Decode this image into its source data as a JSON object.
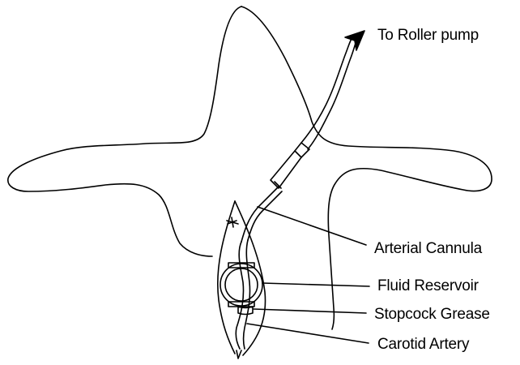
{
  "labels": {
    "to_roller_pump": "To Roller pump",
    "arterial_cannula": "Arterial Cannula",
    "fluid_reservoir": "Fluid Reservoir",
    "stopcock_grease": "Stopcock Grease",
    "carotid_artery": "Carotid Artery"
  },
  "colors": {
    "line": "#000000",
    "background": "#ffffff"
  }
}
